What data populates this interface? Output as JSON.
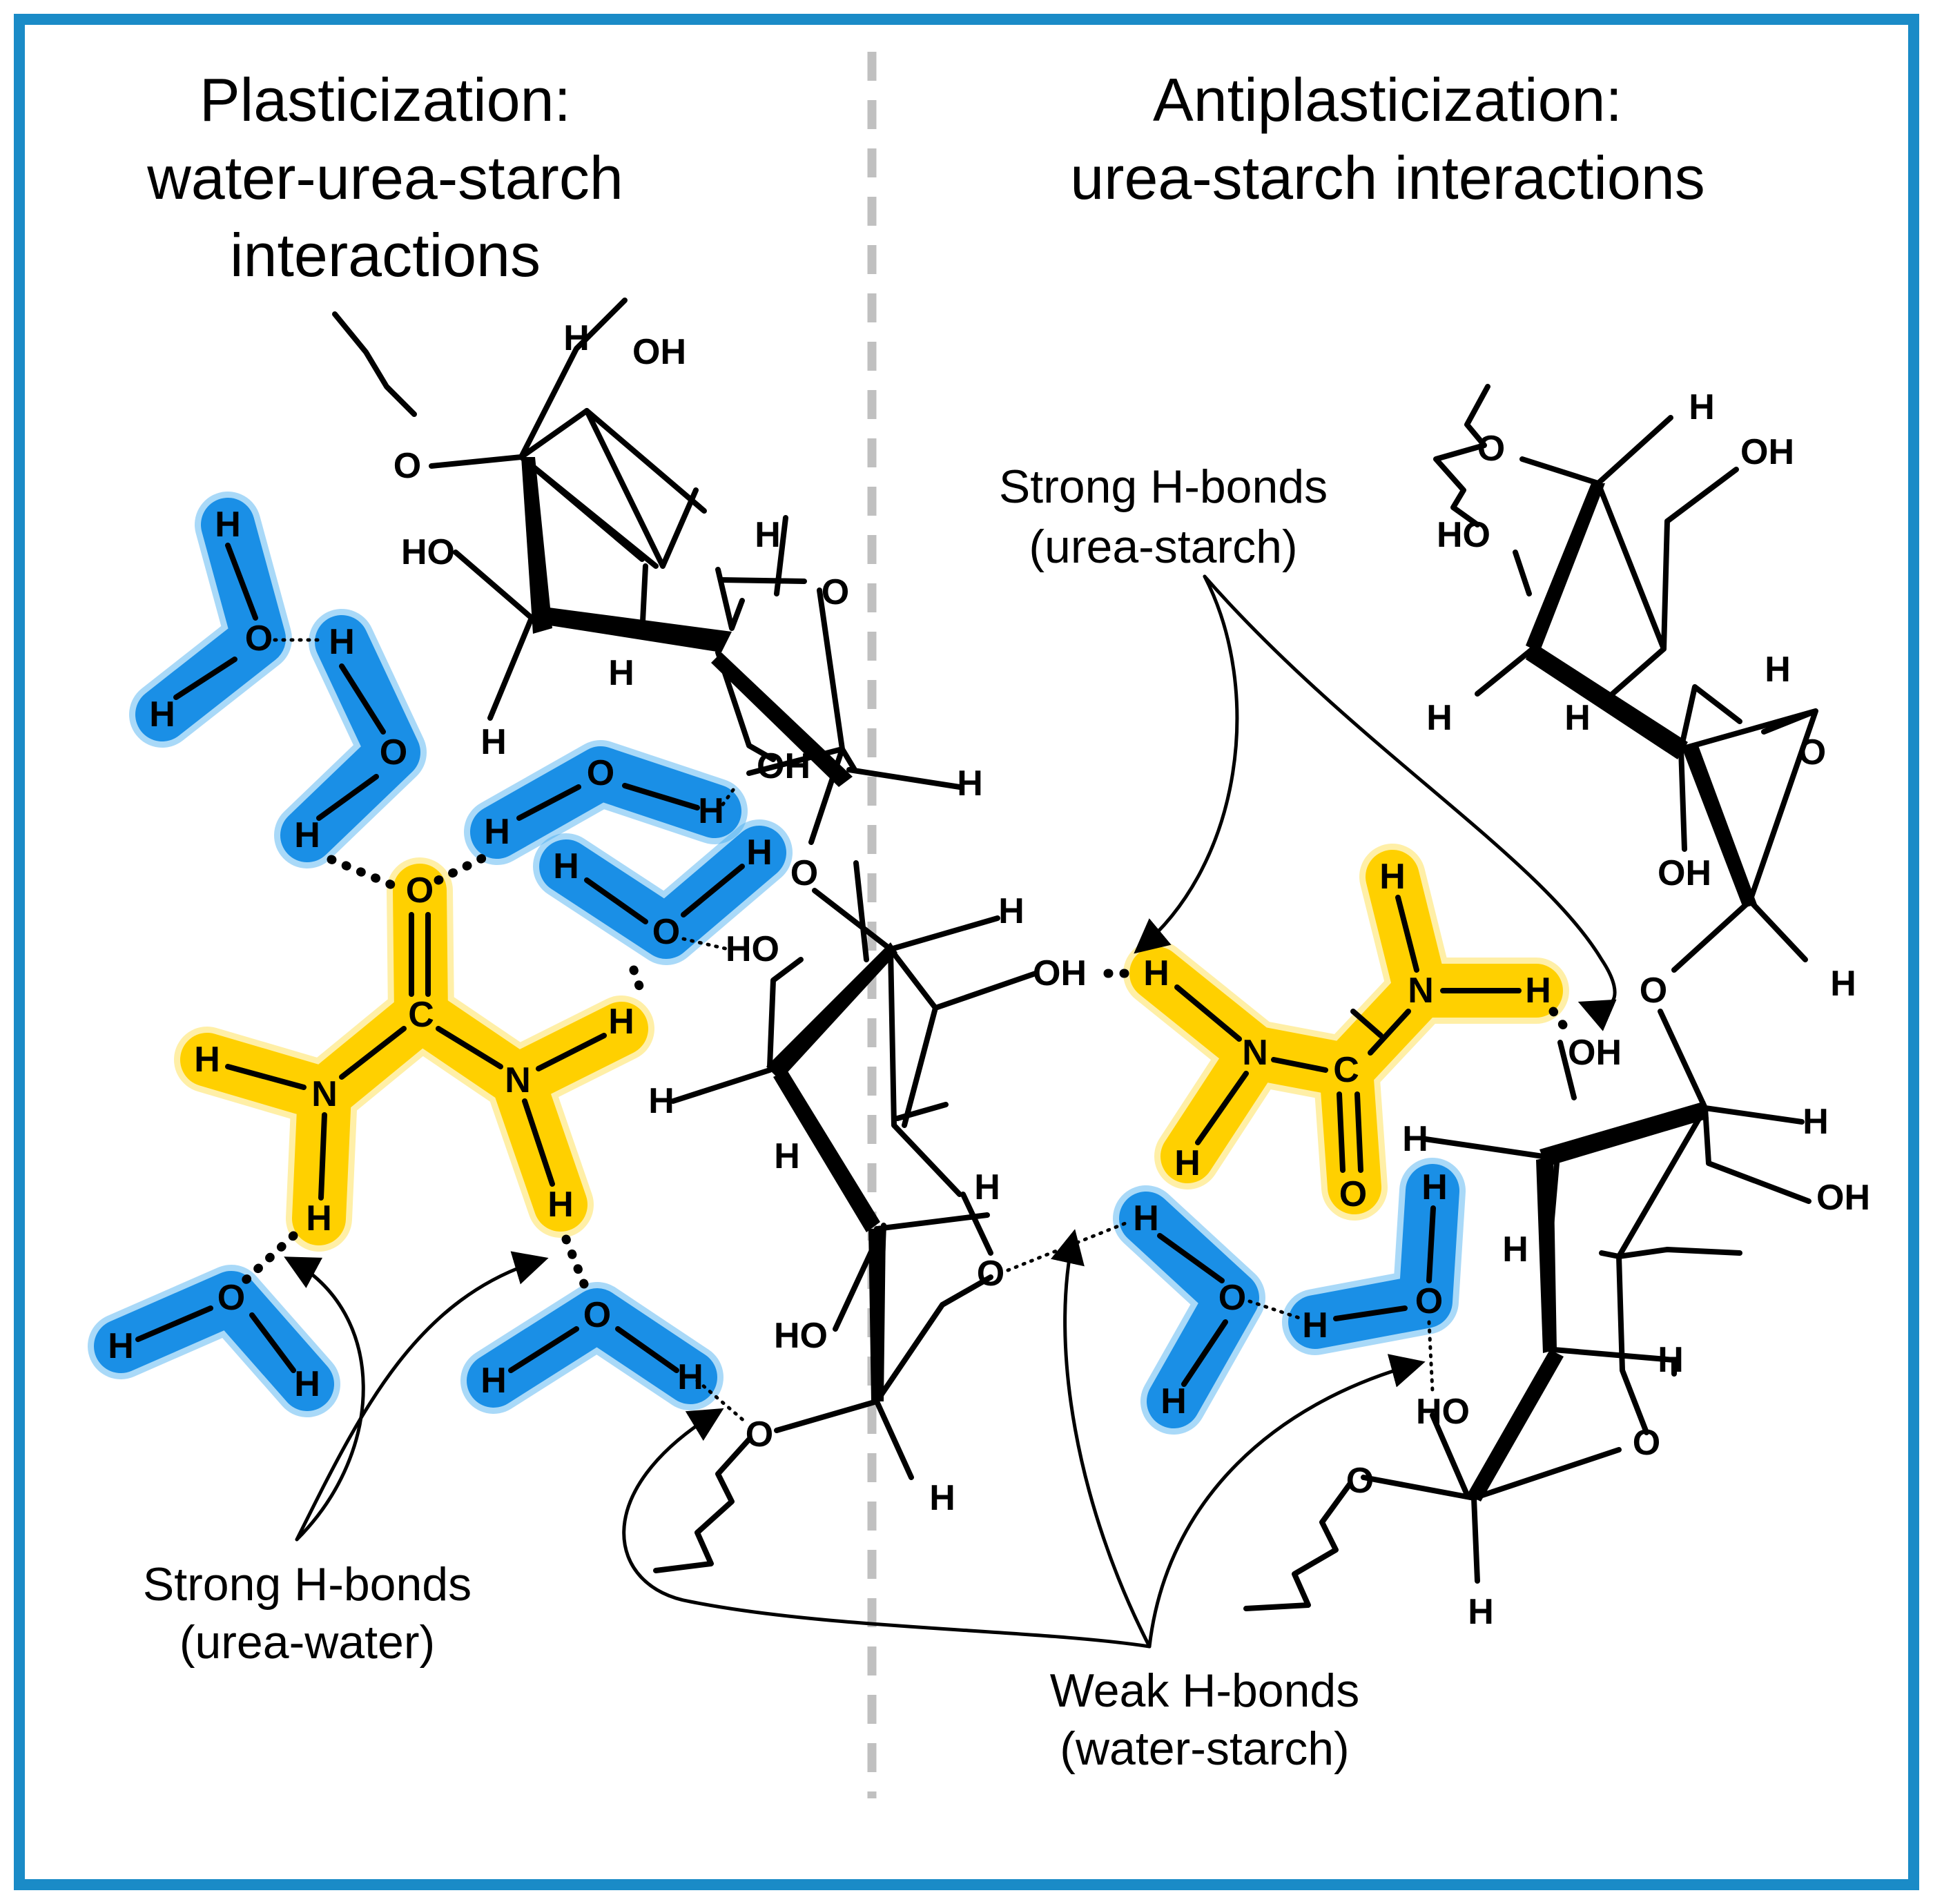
{
  "colors": {
    "frame": "#1a8bc7",
    "water": "#1a8fe6",
    "urea": "#ffd000",
    "divider": "#c0c0c0"
  },
  "left_title": [
    "Plasticization:",
    "water-urea-starch",
    "interactions"
  ],
  "right_title": [
    "Antiplasticization:",
    "urea-starch interactions"
  ],
  "labels": {
    "strong_urea_water": [
      "Strong H-bonds",
      "(urea-water)"
    ],
    "strong_urea_starch": [
      "Strong H-bonds",
      "(urea-starch)"
    ],
    "weak_water_starch": [
      "Weak H-bonds",
      "(water-starch)"
    ]
  },
  "atoms": {
    "H": "H",
    "O": "O",
    "N": "N",
    "C": "C",
    "OH": "OH",
    "HO": "HO"
  }
}
